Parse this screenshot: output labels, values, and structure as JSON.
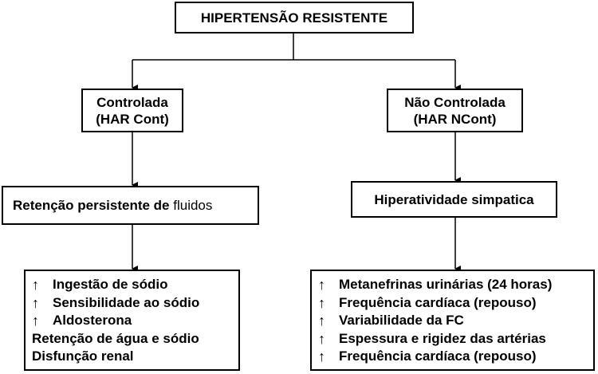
{
  "root": {
    "title": "HIPERTENSÃO RESISTENTE"
  },
  "left_branch": {
    "category_line1": "Controlada",
    "category_line2": "(HAR Cont)",
    "mechanism_bold": "Retenção persistente de",
    "mechanism_normal": "fluidos",
    "items": [
      {
        "arrow": "↑",
        "text": "Ingestão de sódio"
      },
      {
        "arrow": "↑",
        "text": "Sensibilidade ao sódio"
      },
      {
        "arrow": "↑",
        "text": "Aldosterona"
      },
      {
        "arrow": "",
        "text": "Retenção de água e sódio"
      },
      {
        "arrow": "",
        "text": "Disfunção renal"
      }
    ]
  },
  "right_branch": {
    "category_line1": "Não Controlada",
    "category_line2": "(HAR NCont)",
    "mechanism": "Hiperatividade simpatica",
    "items": [
      {
        "arrow": "↑",
        "text": "Metanefrinas urinárias (24 horas)"
      },
      {
        "arrow": "↑",
        "text": "Frequência cardíaca (repouso)"
      },
      {
        "arrow": "↑",
        "text": "Variabilidade da FC"
      },
      {
        "arrow": "↑",
        "text": "Espessura e rigidez das artérias"
      },
      {
        "arrow": "↑",
        "text": "Frequência cardíaca (repouso)"
      }
    ]
  }
}
